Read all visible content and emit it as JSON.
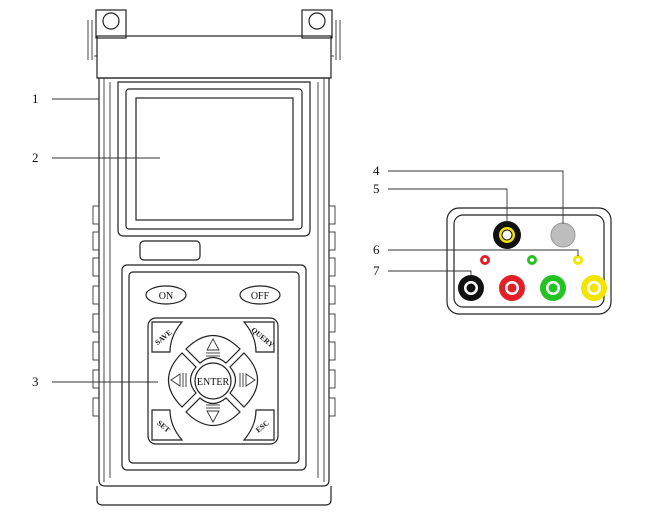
{
  "callouts": [
    {
      "id": "1",
      "label": "1"
    },
    {
      "id": "2",
      "label": "2"
    },
    {
      "id": "3",
      "label": "3"
    },
    {
      "id": "4",
      "label": "4"
    },
    {
      "id": "5",
      "label": "5"
    },
    {
      "id": "6",
      "label": "6"
    },
    {
      "id": "7",
      "label": "7"
    }
  ],
  "keys": {
    "on": "ON",
    "off": "OFF",
    "save": "SAVE",
    "query": "QUERY",
    "enter": "ENTER",
    "set": "SET",
    "esc": "ESC"
  },
  "colors": {
    "black": "#111111",
    "red": "#e41e26",
    "green": "#22c322",
    "yellow": "#f2e600",
    "grey": "#bdbdbd"
  }
}
